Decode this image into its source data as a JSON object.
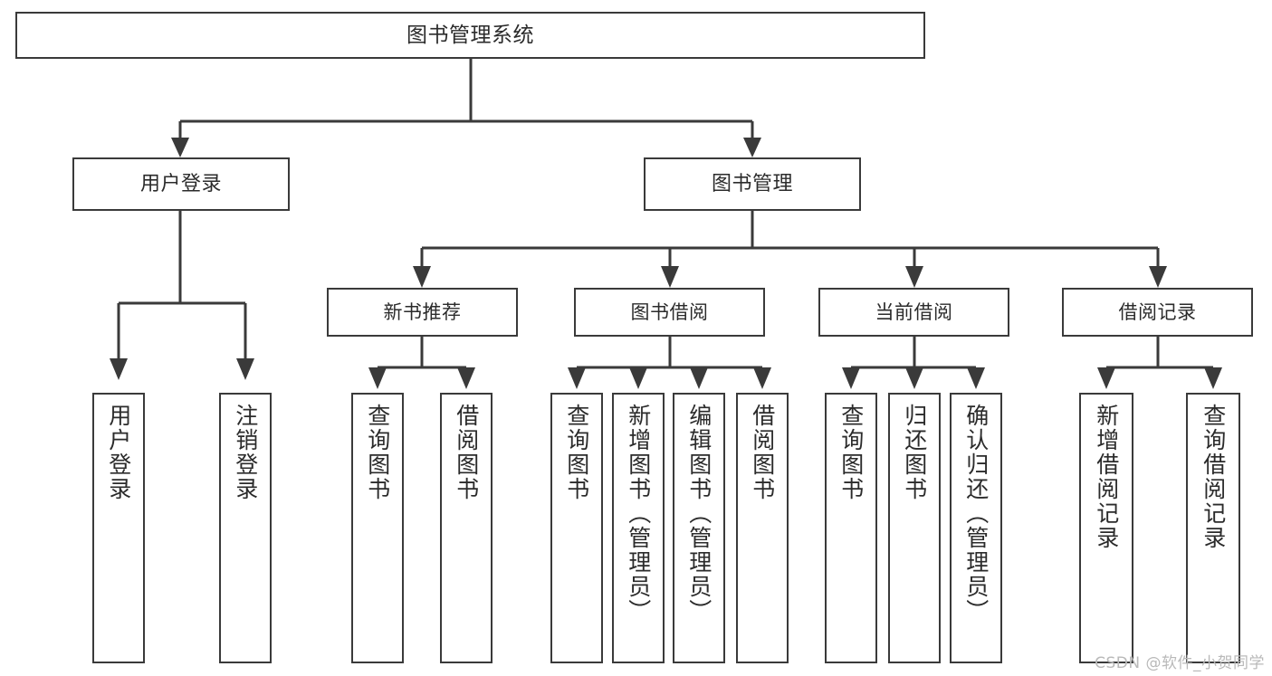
{
  "diagram": {
    "title": "图书管理系统",
    "type": "hierarchy-tree",
    "root": {
      "label": "图书管理系统"
    },
    "level2": [
      {
        "label": "用户登录"
      },
      {
        "label": "图书管理"
      }
    ],
    "level3": [
      {
        "label": "新书推荐"
      },
      {
        "label": "图书借阅"
      },
      {
        "label": "当前借阅"
      },
      {
        "label": "借阅记录"
      }
    ],
    "leaves": {
      "user_login": [
        {
          "label": "用户登录"
        },
        {
          "label": "注销登录"
        }
      ],
      "new_book_recommend": [
        {
          "label": "查询图书"
        },
        {
          "label": "借阅图书"
        }
      ],
      "book_borrow": [
        {
          "label": "查询图书"
        },
        {
          "label": "新增图书（管理员）"
        },
        {
          "label": "编辑图书（管理员）"
        },
        {
          "label": "借阅图书"
        }
      ],
      "current_borrow": [
        {
          "label": "查询图书"
        },
        {
          "label": "归还图书"
        },
        {
          "label": "确认归还（管理员）"
        }
      ],
      "borrow_records": [
        {
          "label": "新增借阅记录"
        },
        {
          "label": "查询借阅记录"
        }
      ]
    }
  },
  "watermark": {
    "text": "CSDN @软件_小贺同学"
  },
  "colors": {
    "stroke": "#3a3a3a",
    "text": "#2b2b2b",
    "background": "#ffffff",
    "watermark": "#b9b9b9"
  }
}
